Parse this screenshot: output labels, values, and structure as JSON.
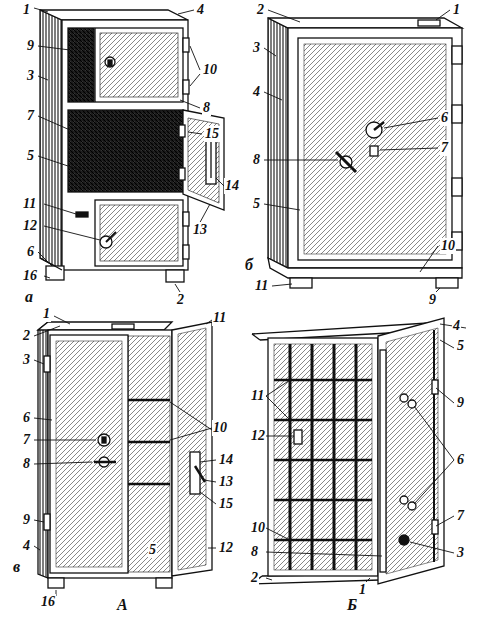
{
  "diagram": {
    "labels": [
      "1",
      "9",
      "3",
      "7",
      "5",
      "11",
      "12",
      "6",
      "16",
      "4",
      "10",
      "8",
      "15",
      "14",
      "13",
      "2",
      "а",
      "2",
      "1",
      "3",
      "4",
      "6",
      "7",
      "8",
      "5",
      "б",
      "11",
      "10",
      "9",
      "1",
      "2",
      "3",
      "6",
      "7",
      "8",
      "9",
      "4",
      "в",
      "16",
      "11",
      "10",
      "14",
      "13",
      "15",
      "12",
      "5",
      "А",
      "4",
      "5",
      "11",
      "9",
      "12",
      "6",
      "10",
      "7",
      "8",
      "3",
      "2",
      "1",
      "Б"
    ]
  }
}
